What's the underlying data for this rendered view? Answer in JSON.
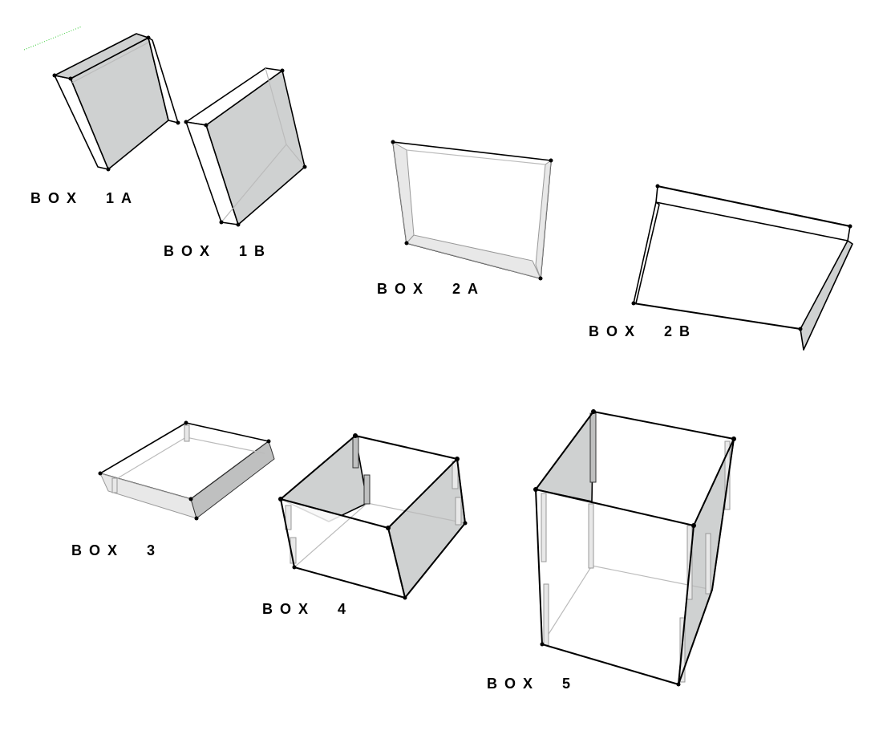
{
  "labels": {
    "box1a": "BOX 1A",
    "box1b": "BOX 1B",
    "box2a": "BOX 2A",
    "box2b": "BOX 2B",
    "box3": "BOX 3",
    "box4": "BOX 4",
    "box5": "BOX 5"
  },
  "colors": {
    "panel": "#cfd1d1",
    "edge": "#000000",
    "axis_guide": "#33cc33"
  }
}
